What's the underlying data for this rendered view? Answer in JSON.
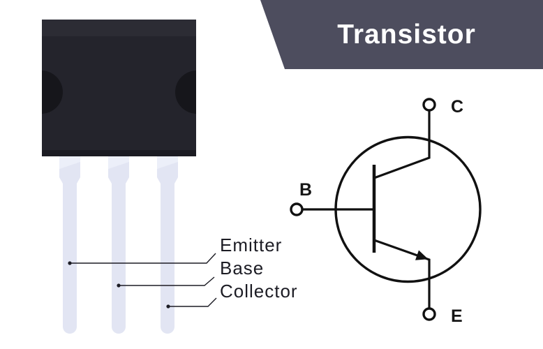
{
  "banner": {
    "title": "Transistor"
  },
  "package": {
    "pin_labels": {
      "emitter": "Emitter",
      "base": "Base",
      "collector": "Collector"
    }
  },
  "symbol": {
    "type": "npn-bjt-circuit-symbol",
    "terminal_labels": {
      "base": "B",
      "collector": "C",
      "emitter": "E"
    }
  },
  "colors": {
    "banner_bg": "#4d4d5e",
    "banner_text": "#ffffff",
    "package_body": "#24242c",
    "package_body_top_strip": "#2c2c34",
    "package_body_bottom_strip": "#1b1b22",
    "package_hole": "#16161b",
    "pin_fill": "#e2e5f3",
    "pin_highlight": "#eceff9",
    "label_text": "#1c1c24",
    "symbol_stroke": "#111111"
  }
}
